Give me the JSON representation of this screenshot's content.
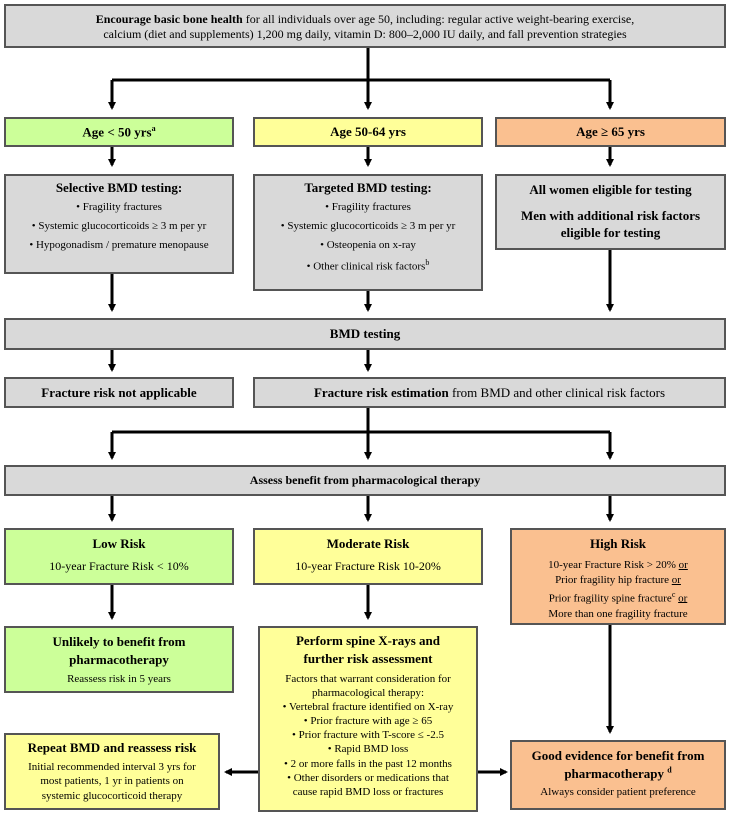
{
  "top": {
    "bold": "Encourage basic bone health",
    "rest_1": " for all individuals over age 50, including: regular active weight-bearing exercise,",
    "line_2": "calcium (diet and supplements) 1,200 mg daily, vitamin D: 800–2,000 IU daily, and fall prevention strategies"
  },
  "age": {
    "young": {
      "label": "Age < 50 yrs",
      "sup": "a"
    },
    "mid": {
      "label": "Age 50-64 yrs"
    },
    "old": {
      "label": "Age ≥ 65 yrs"
    }
  },
  "testing": {
    "selective": {
      "title": "Selective BMD testing:",
      "items": [
        "• Fragility fractures",
        "• Systemic glucocorticoids ≥ 3 m per yr",
        "• Hypogonadism / premature menopause"
      ]
    },
    "targeted": {
      "title": "Targeted BMD testing:",
      "items": [
        "• Fragility fractures",
        "• Systemic glucocorticoids ≥ 3 m per yr",
        "• Osteopenia on x-ray",
        "• Other clinical risk factors"
      ],
      "last_sup": "b"
    },
    "all": {
      "line_1": "All women eligible for testing",
      "line_2": "Men with additional risk factors",
      "line_3": "eligible for testing"
    }
  },
  "bmd_testing": "BMD testing",
  "fracture_na": "Fracture risk not applicable",
  "fracture_est": {
    "bold": "Fracture risk estimation",
    "rest": " from BMD and other clinical risk factors"
  },
  "assess": "Assess benefit from pharmacological therapy",
  "risk": {
    "low": {
      "title": "Low Risk",
      "desc": "10-year Fracture Risk < 10%"
    },
    "moderate": {
      "title": "Moderate Risk",
      "desc": "10-year Fracture Risk 10-20%"
    },
    "high": {
      "title": "High Risk",
      "l1a": "10-year Fracture Risk > 20% ",
      "l1b": "or",
      "l2a": "Prior fragility hip fracture ",
      "l2b": "or",
      "l3a": "Prior fragility spine fracture",
      "l3sup": "c",
      "l3b": "or",
      "l4": "More than one fragility  fracture"
    }
  },
  "unlikely": {
    "title_1": "Unlikely to benefit from",
    "title_2": "pharmacotherapy",
    "desc": "Reassess risk in 5 years"
  },
  "spine": {
    "title_1": "Perform spine X-rays and",
    "title_2": "further risk assessment",
    "intro_1": "Factors that warrant consideration for",
    "intro_2": "pharmacological therapy:",
    "items": [
      "• Vertebral fracture identified on X-ray",
      "• Prior  fracture with age ≥ 65",
      "• Prior  fracture with T-score ≤ -2.5",
      "• Rapid BMD loss",
      "• 2 or more falls in the past 12 months",
      "• Other disorders   or medications that",
      "cause rapid BMD loss or fractures"
    ]
  },
  "repeat": {
    "title": "Repeat BMD and reassess risk",
    "l1": "Initial recommended interval 3 yrs  for",
    "l2": "most patients, 1 yr in patients on",
    "l3": "systemic glucocorticoid therapy"
  },
  "good": {
    "title_1": "Good evidence for benefit from",
    "title_2": "pharmacotherapy",
    "sup": "d",
    "desc": "Always consider patient preference"
  },
  "colors": {
    "gray": "#d9d9d9",
    "green": "#ccff99",
    "yellow": "#ffff99",
    "orange": "#fac090",
    "border": "#555555",
    "arrow": "#000000"
  }
}
